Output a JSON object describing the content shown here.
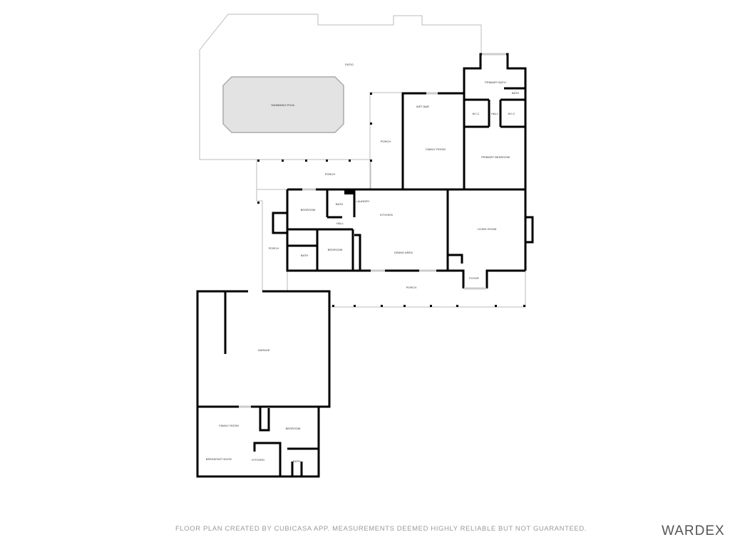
{
  "rooms": {
    "patio": "PATIO",
    "swimming_pool": "SWIMMING POOL",
    "porch_top": "PORCH",
    "porch_side": "PORCH",
    "porch_left": "PORCH",
    "porch_front": "PORCH",
    "wet_bar": "WET BAR",
    "family_room": "FAMILY ROOM",
    "primary_bath": "PRIMARY BATH",
    "bath_primary": "BATH",
    "wic_left": "W.I.C.",
    "hall_primary": "HALL",
    "wic_right": "W.I.C.",
    "primary_bedroom": "PRIMARY BEDROOM",
    "bedroom_1": "BEDROOM",
    "bath_1": "BATH",
    "laundry": "LAUNDRY",
    "hall": "HALL",
    "kitchen": "KITCHEN",
    "living_room": "LIVING ROOM",
    "bath_2": "BATH",
    "bedroom_2": "BEDROOM",
    "dining_area": "DINING AREA",
    "foyer": "FOYER",
    "garage": "GARAGE",
    "family_room_2": "FAMILY ROOM",
    "bedroom_3": "BEDROOM",
    "breakfast_nook": "BREAKFAST NOOK",
    "kitchen_2": "KITCHEN",
    "bath_3": "BATH"
  },
  "footer": "FLOOR PLAN CREATED BY CUBICASA APP. MEASUREMENTS DEEMED HIGHLY RELIABLE BUT NOT GUARANTEED.",
  "logo": "WARDEX"
}
